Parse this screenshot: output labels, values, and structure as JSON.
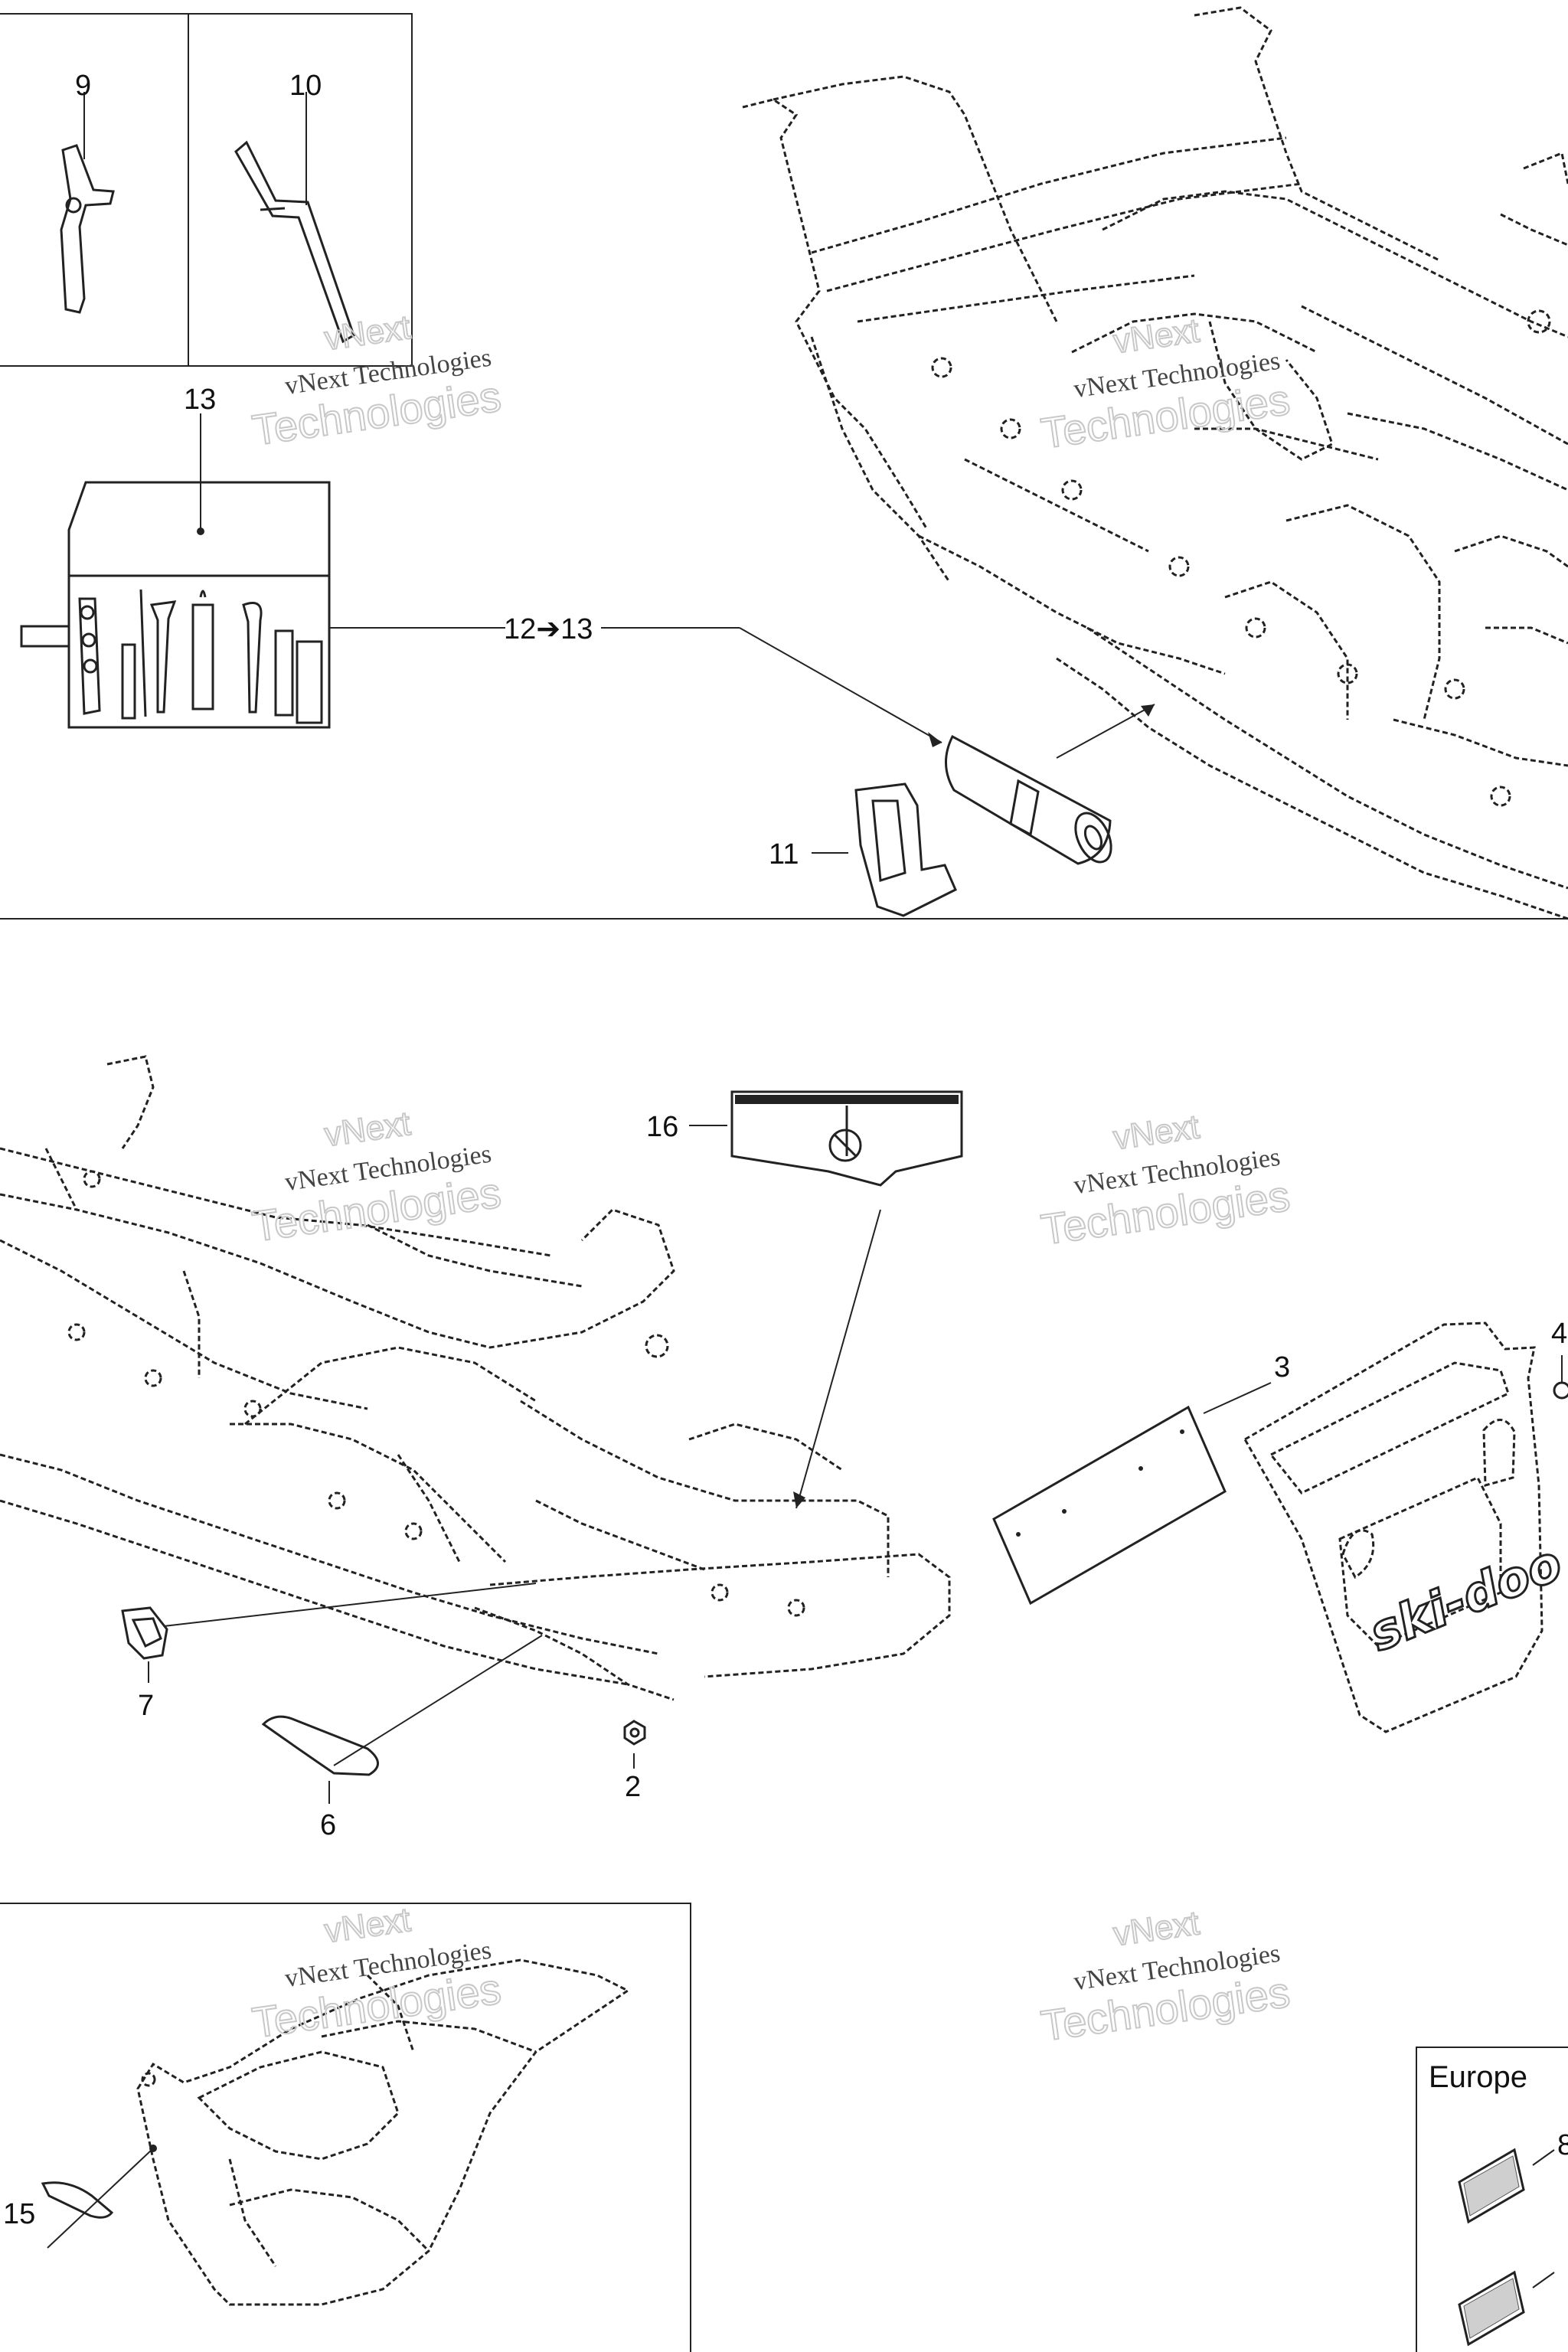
{
  "callouts": {
    "c2": "2",
    "c3": "3",
    "c4": "4",
    "c6": "6",
    "c7": "7",
    "c8": "8",
    "c9": "9",
    "c10": "10",
    "c11": "11",
    "c12_13": "12➔13",
    "c13": "13",
    "c15": "15",
    "c16": "16"
  },
  "watermark": {
    "line1": "vNext Technologies",
    "line2": "Technologies",
    "big": "vNext"
  },
  "region_box": {
    "label": "Europe"
  },
  "decal": {
    "warning_title": "WARNING",
    "avertissement_title": "AVERTISSEMENT"
  },
  "flap_logo": "ski-doo"
}
